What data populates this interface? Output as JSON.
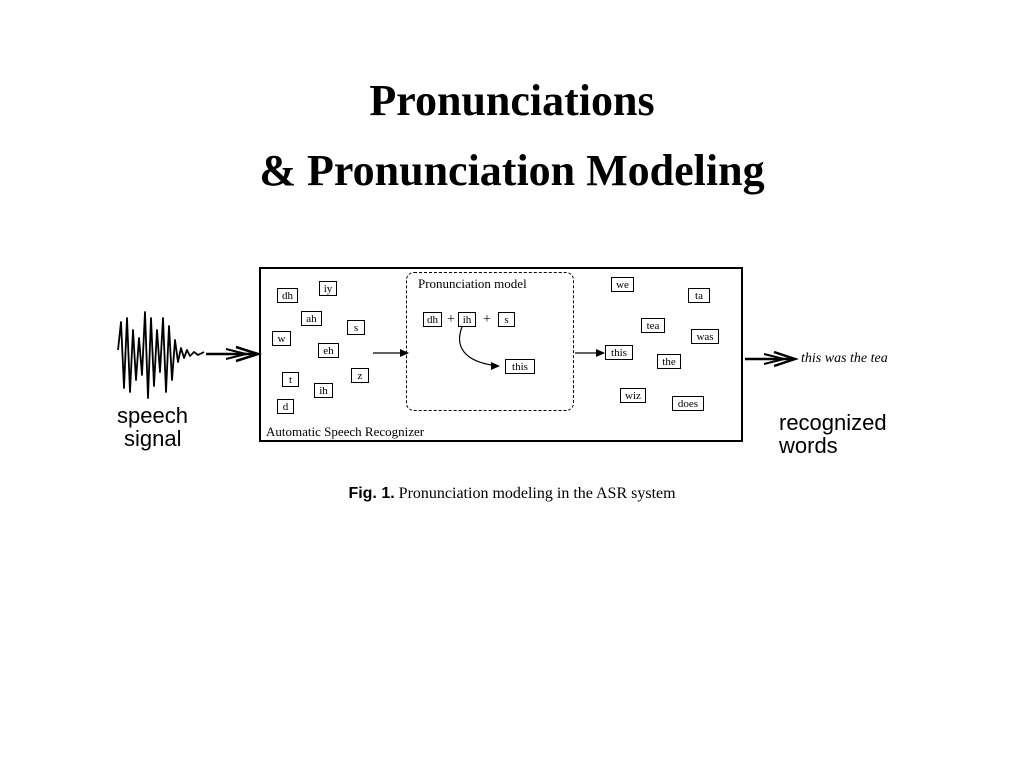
{
  "title": {
    "line1": "Pronunciations",
    "line2": "& Pronunciation Modeling"
  },
  "diagram": {
    "input_label": {
      "line1": "speech",
      "line2": "signal"
    },
    "asr_label": "Automatic Speech Recognizer",
    "pronunciation_model_label": "Pronunciation model",
    "phones": [
      "dh",
      "iy",
      "ah",
      "s",
      "w",
      "eh",
      "t",
      "z",
      "ih",
      "d"
    ],
    "pm_phones": [
      "dh",
      "ih",
      "s"
    ],
    "plus_sign": "+",
    "pm_word": "this",
    "candidate_words": [
      "we",
      "ta",
      "tea",
      "was",
      "this",
      "the",
      "wiz",
      "does"
    ],
    "output_text": "this was the tea",
    "output_label": {
      "line1": "recognized",
      "line2": "words"
    }
  },
  "caption": {
    "prefix": "Fig. 1.",
    "text": " Pronunciation modeling in the ASR system"
  }
}
